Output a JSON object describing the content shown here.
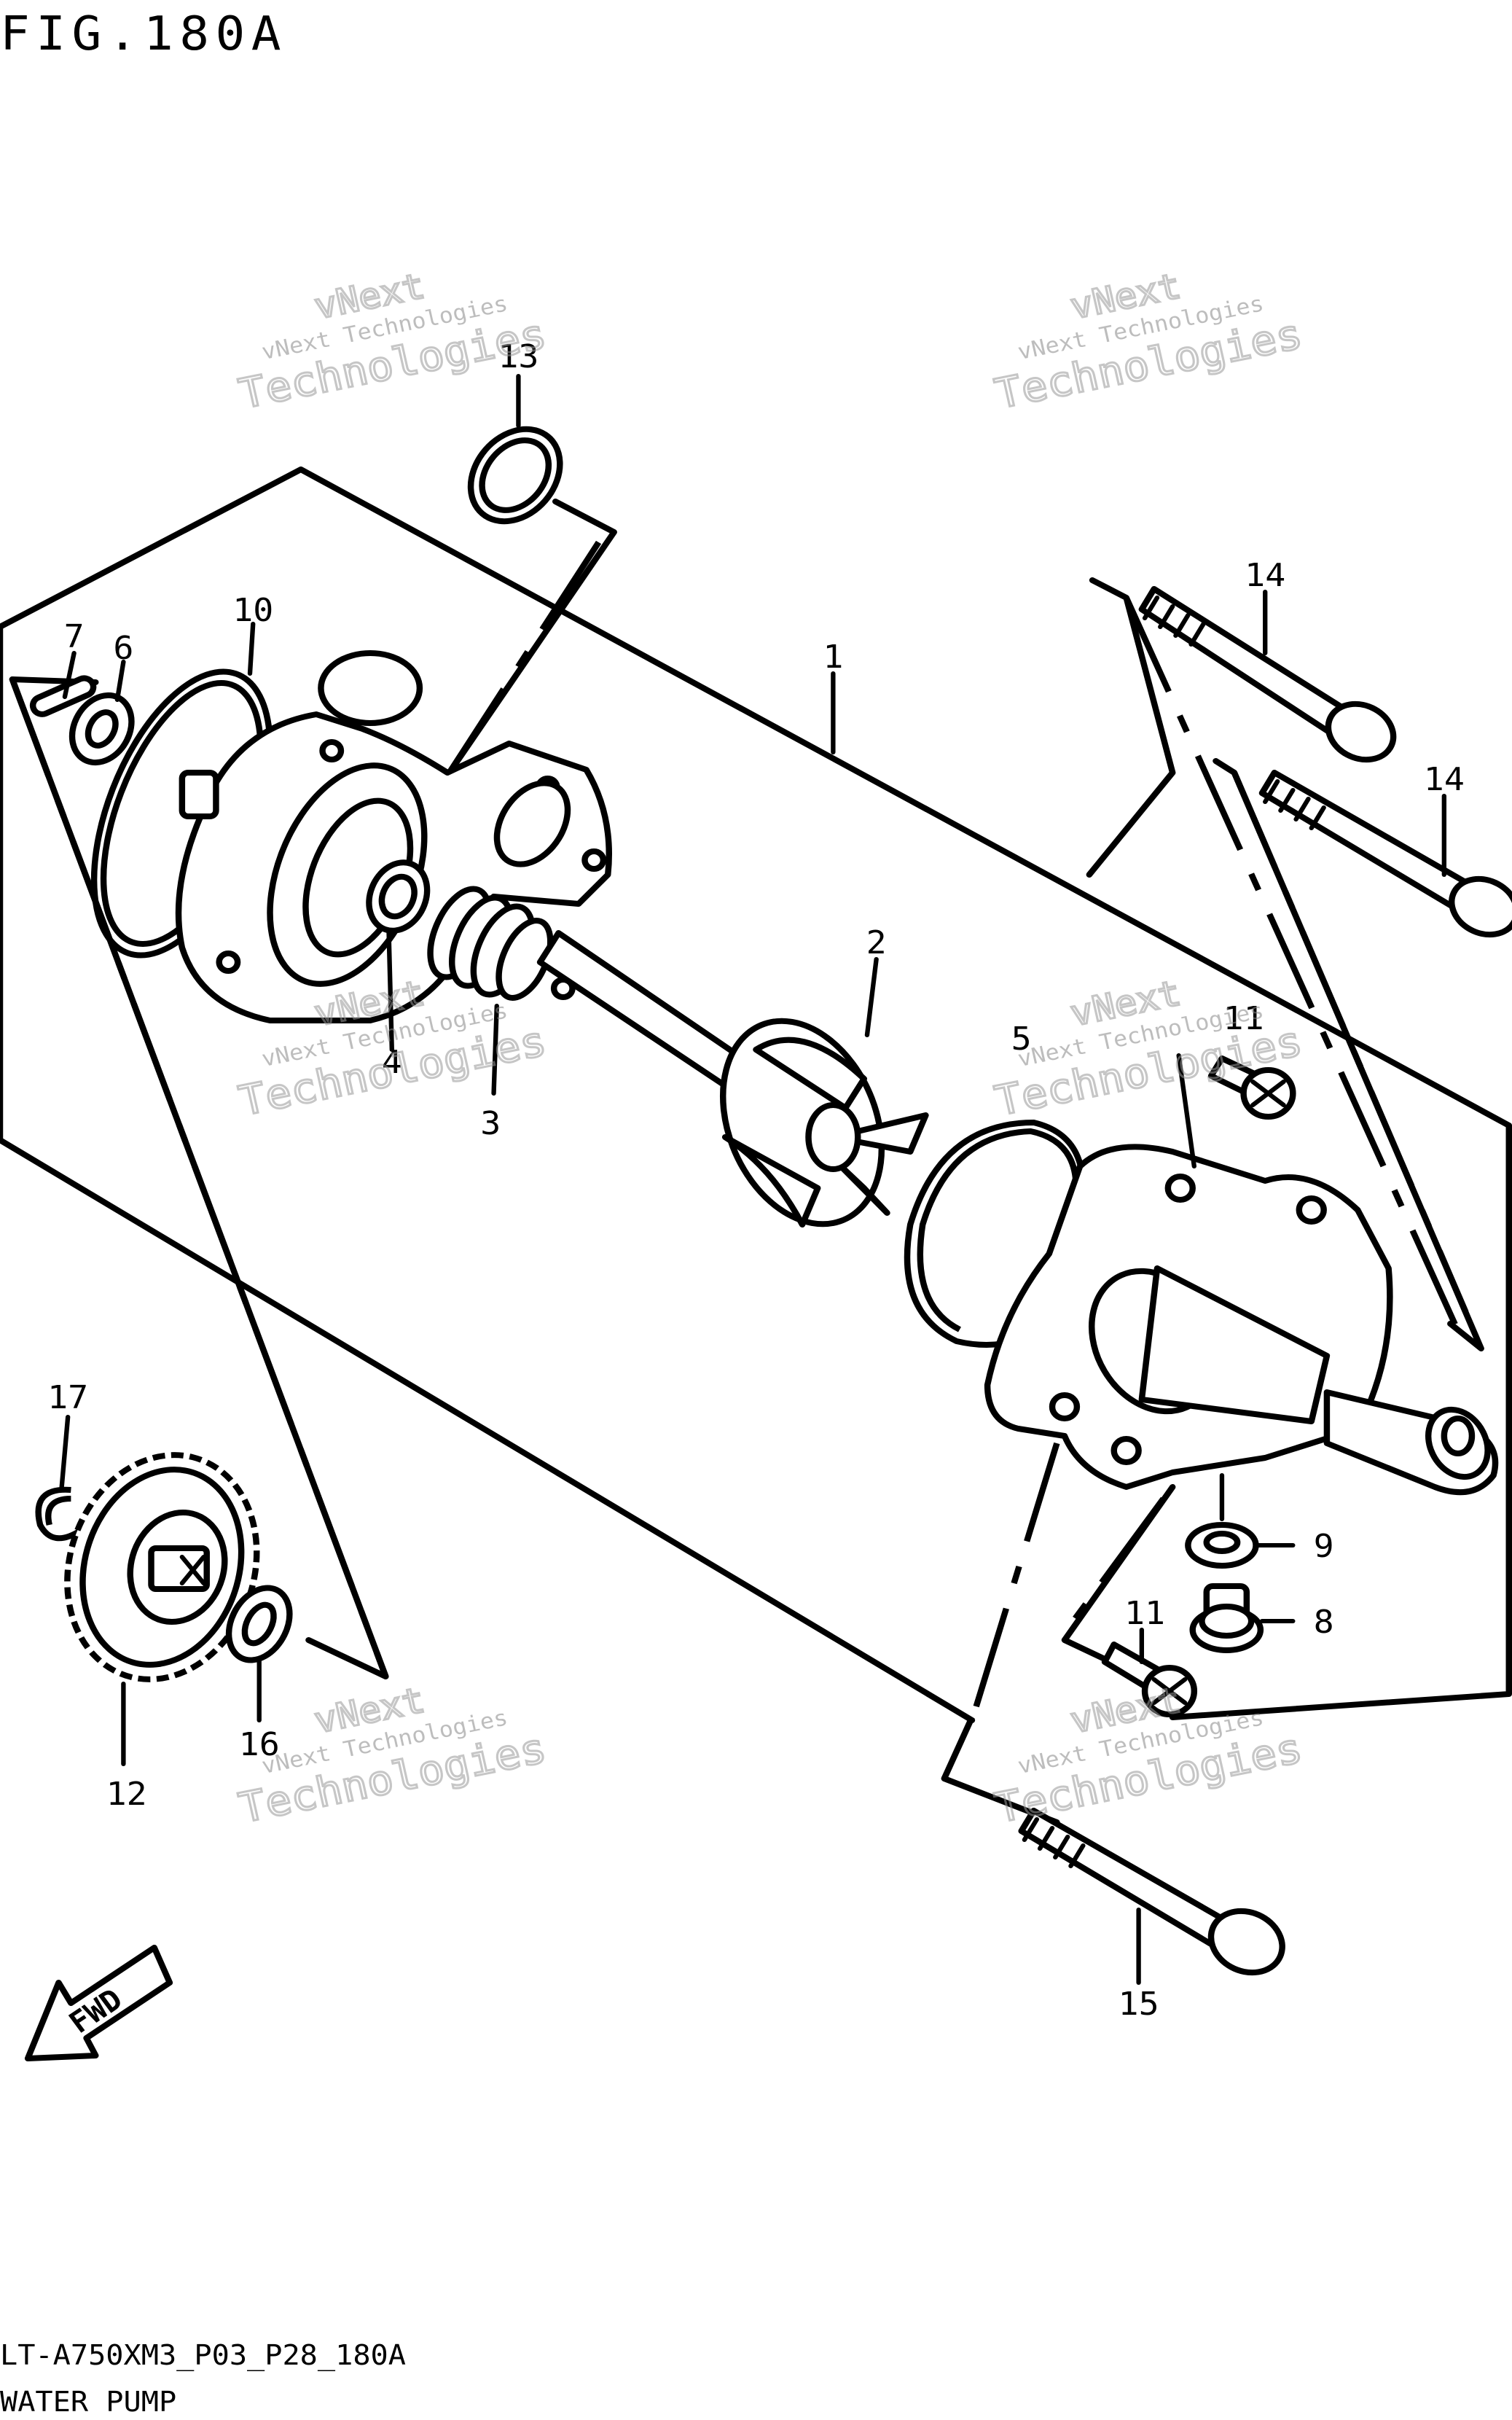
{
  "header": {
    "figure_title": "FIG.180A"
  },
  "footer": {
    "model_code": "LT-A750XM3_P03_P28_180A",
    "section_name": "WATER PUMP"
  },
  "parts": [
    {
      "id": "p1",
      "label": "1"
    },
    {
      "id": "p2",
      "label": "2"
    },
    {
      "id": "p3",
      "label": "3"
    },
    {
      "id": "p4",
      "label": "4"
    },
    {
      "id": "p5",
      "label": "5"
    },
    {
      "id": "p6",
      "label": "6"
    },
    {
      "id": "p7",
      "label": "7"
    },
    {
      "id": "p8",
      "label": "8"
    },
    {
      "id": "p9",
      "label": "9"
    },
    {
      "id": "p10",
      "label": "10"
    },
    {
      "id": "p11a",
      "label": "11"
    },
    {
      "id": "p11b",
      "label": "11"
    },
    {
      "id": "p12",
      "label": "12"
    },
    {
      "id": "p13",
      "label": "13"
    },
    {
      "id": "p14a",
      "label": "14"
    },
    {
      "id": "p14b",
      "label": "14"
    },
    {
      "id": "p15",
      "label": "15"
    },
    {
      "id": "p16",
      "label": "16"
    },
    {
      "id": "p17",
      "label": "17"
    }
  ],
  "direction_arrow": {
    "label": "FWD"
  },
  "watermark": {
    "line1": "vNext Technologies",
    "line2": "vNext",
    "line3": "Technologies"
  }
}
